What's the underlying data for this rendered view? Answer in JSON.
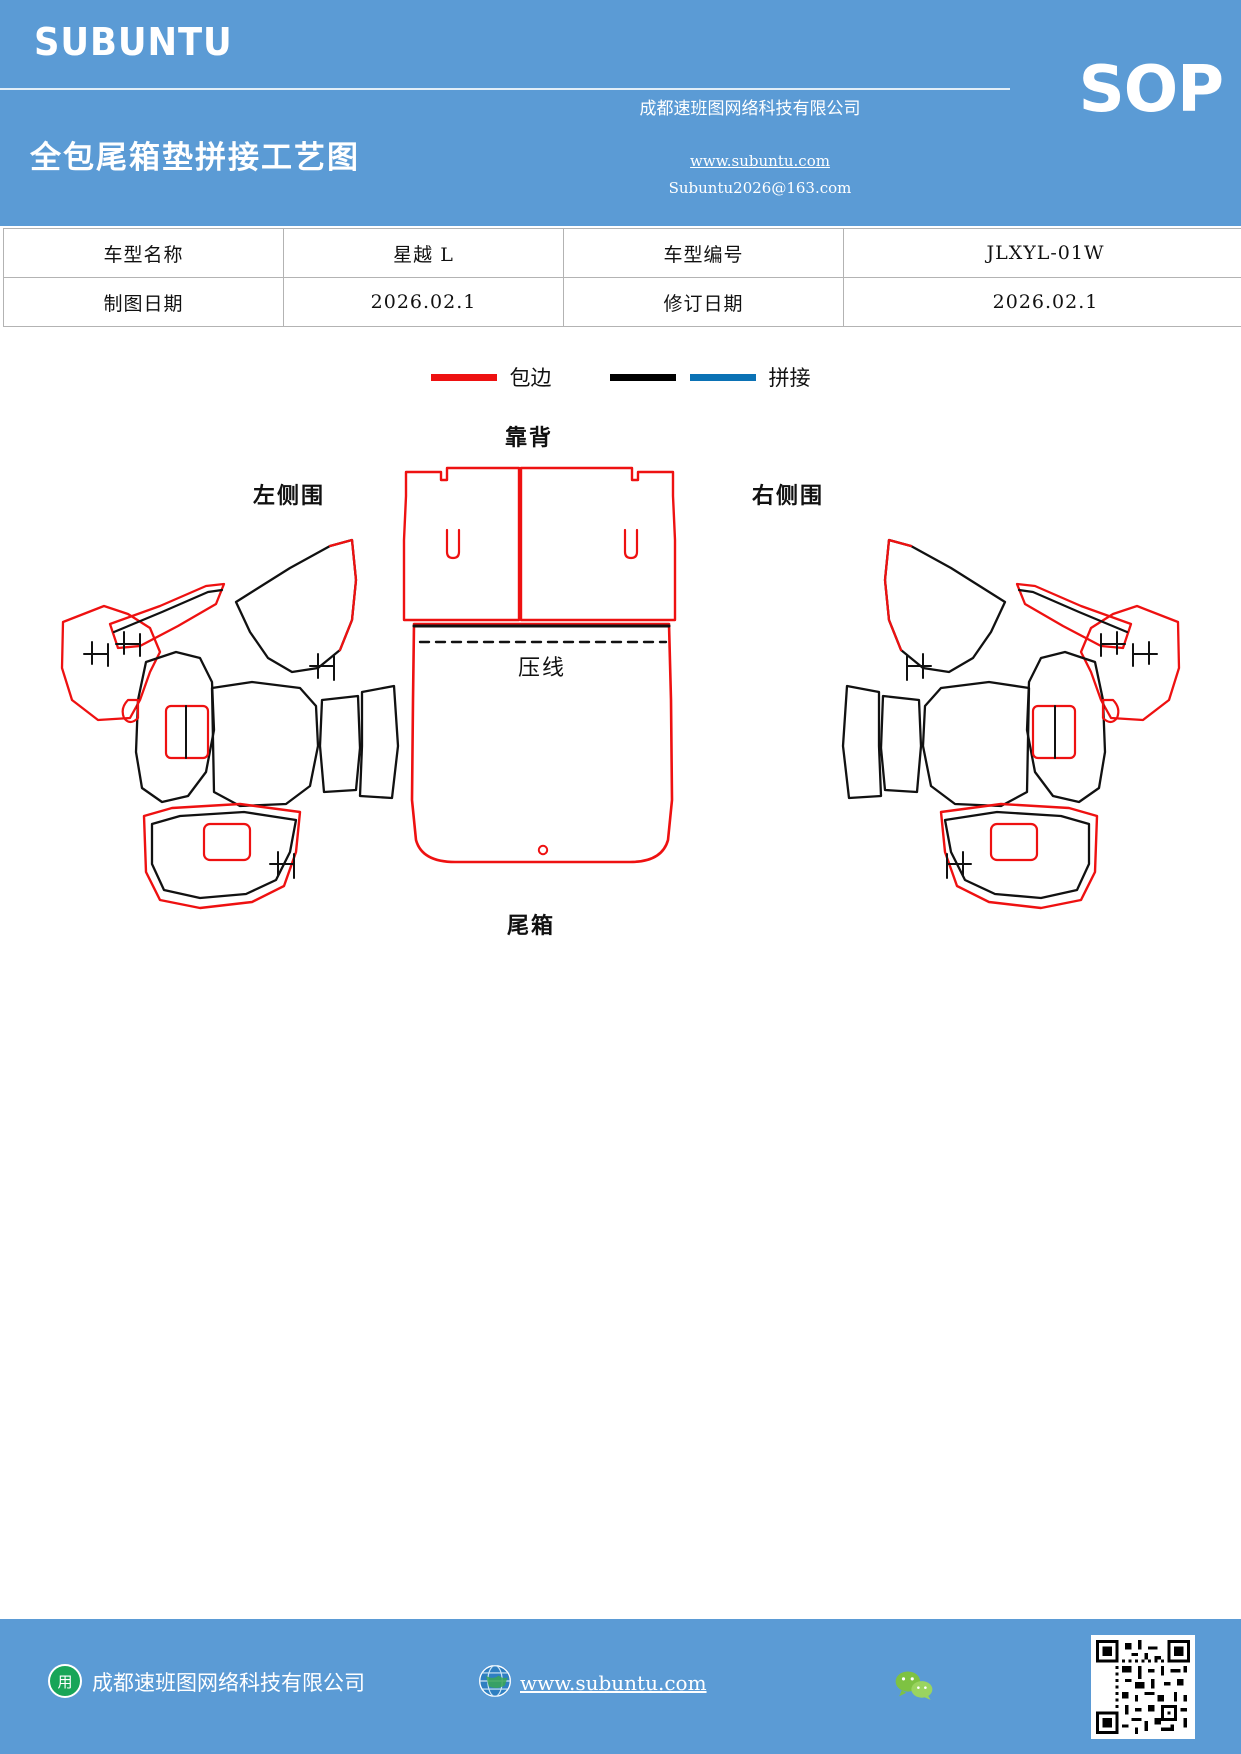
{
  "header": {
    "brand": "SUBUNTU",
    "doc_title": "全包尾箱垫拼接工艺图",
    "badge": "SOP",
    "company": "成都速班图网络科技有限公司",
    "website": "www.subuntu.com",
    "email": "Subuntu2026@163.com",
    "bg_color": "#5b9bd5"
  },
  "info_table": {
    "rows": [
      {
        "label1": "车型名称",
        "value1": "星越 L",
        "label2": "车型编号",
        "value2": "JLXYL-01W"
      },
      {
        "label1": "制图日期",
        "value1": "2026.02.1",
        "label2": "修订日期",
        "value2": "2026.02.1"
      }
    ]
  },
  "legend": {
    "items": [
      {
        "label": "包边",
        "color": "#ee1111"
      },
      {
        "label": "拼接",
        "color": "#000000",
        "color2": "#0b72b5"
      }
    ]
  },
  "diagram": {
    "labels": {
      "backrest": "靠背",
      "left_side": "左侧围",
      "right_side": "右侧围",
      "press_line": "压线",
      "trunk": "尾箱"
    },
    "colors": {
      "binding": "#ee1111",
      "splice": "#000000",
      "splice_alt": "#0b72b5"
    }
  },
  "footer": {
    "company": "成都速班图网络科技有限公司",
    "website": "www.subuntu.com",
    "badge_glyph": "用",
    "bg_color": "#5b9bd5"
  }
}
